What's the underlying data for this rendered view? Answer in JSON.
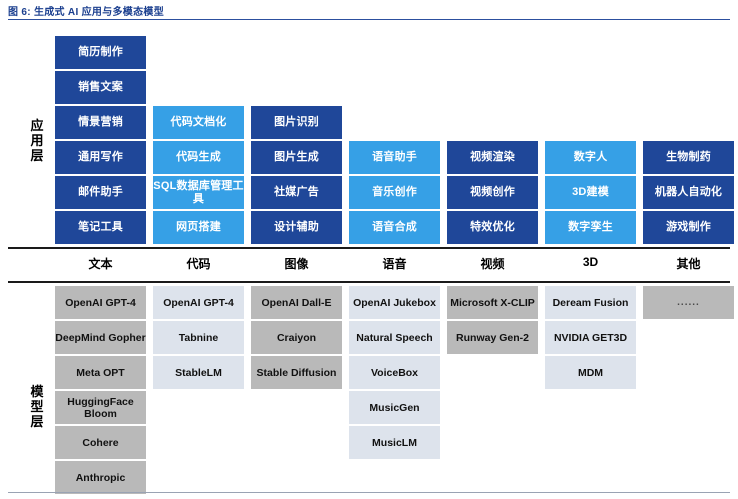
{
  "figure": {
    "caption": "图 6: 生成式 AI 应用与多模态模型"
  },
  "layers": {
    "application": {
      "label": "应用层"
    },
    "model": {
      "label": "模型层"
    }
  },
  "colors": {
    "navy": "#1f4799",
    "light_blue": "#36a0e6",
    "gray": "#b9b9b9",
    "pale_blue": "#dde3ec",
    "caption_blue": "#1b3f8f"
  },
  "categories": [
    {
      "label": "文本"
    },
    {
      "label": "代码"
    },
    {
      "label": "图像"
    },
    {
      "label": "语音"
    },
    {
      "label": "视频"
    },
    {
      "label": "3D"
    },
    {
      "label": "其他"
    }
  ],
  "application_columns": [
    {
      "category": "文本",
      "style": "navy",
      "items": [
        "简历制作",
        "销售文案",
        "情景营销",
        "通用写作",
        "邮件助手",
        "笔记工具"
      ]
    },
    {
      "category": "代码",
      "style": "light_blue",
      "items": [
        "代码文档化",
        "代码生成",
        "SQL数据库管理工具",
        "网页搭建"
      ]
    },
    {
      "category": "图像",
      "style": "navy",
      "items": [
        "图片识别",
        "图片生成",
        "社媒广告",
        "设计辅助"
      ]
    },
    {
      "category": "语音",
      "style": "light_blue",
      "items": [
        "语音助手",
        "音乐创作",
        "语音合成"
      ]
    },
    {
      "category": "视频",
      "style": "navy",
      "items": [
        "视频渲染",
        "视频创作",
        "特效优化"
      ]
    },
    {
      "category": "3D",
      "style": "light_blue",
      "items": [
        "数字人",
        "3D建模",
        "数字孪生"
      ]
    },
    {
      "category": "其他",
      "style": "navy",
      "items": [
        "生物制药",
        "机器人自动化",
        "游戏制作"
      ]
    }
  ],
  "model_columns": [
    {
      "category": "文本",
      "style": "gray",
      "items": [
        "OpenAI GPT-4",
        "DeepMind Gopher",
        "Meta OPT",
        "HuggingFace Bloom",
        "Cohere",
        "Anthropic"
      ]
    },
    {
      "category": "代码",
      "style": "pale_blue",
      "items": [
        "OpenAI GPT-4",
        "Tabnine",
        "StableLM"
      ]
    },
    {
      "category": "图像",
      "style": "gray",
      "items": [
        "OpenAI Dall-E",
        "Craiyon",
        "Stable Diffusion"
      ]
    },
    {
      "category": "语音",
      "style": "pale_blue",
      "items": [
        "OpenAI Jukebox",
        "Natural Speech",
        "VoiceBox",
        "MusicGen",
        "MusicLM"
      ]
    },
    {
      "category": "视频",
      "style": "gray",
      "items": [
        "Microsoft X-CLIP",
        "Runway Gen-2"
      ]
    },
    {
      "category": "3D",
      "style": "pale_blue",
      "items": [
        "Deream Fusion",
        "NVIDIA GET3D",
        "MDM"
      ]
    },
    {
      "category": "其他",
      "style": "gray",
      "items": [
        "......"
      ]
    }
  ]
}
